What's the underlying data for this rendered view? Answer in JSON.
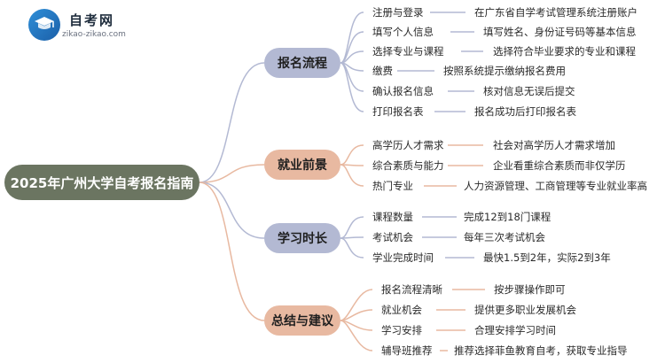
{
  "logo": {
    "name": "自考网",
    "domain": "zikao-zikao.com",
    "icon": "graduation-cap-icon"
  },
  "root": {
    "label": "2025年广州大学自考报名指南"
  },
  "branches": [
    {
      "label": "报名流程",
      "color": "#b3b9d3",
      "items": [
        {
          "label": "注册与登录",
          "detail": "在广东省自学考试管理系统注册账户"
        },
        {
          "label": "填写个人信息",
          "detail": "填写姓名、身份证号码等基本信息"
        },
        {
          "label": "选择专业与课程",
          "detail": "选择符合毕业要求的专业和课程"
        },
        {
          "label": "缴费",
          "detail": "按照系统提示缴纳报名费用"
        },
        {
          "label": "确认报名信息",
          "detail": "核对信息无误后提交"
        },
        {
          "label": "打印报名表",
          "detail": "报名成功后打印报名表"
        }
      ]
    },
    {
      "label": "就业前景",
      "color": "#e8b9a1",
      "items": [
        {
          "label": "高学历人才需求",
          "detail": "社会对高学历人才需求增加"
        },
        {
          "label": "综合素质与能力",
          "detail": "企业看重综合素质而非仅学历"
        },
        {
          "label": "热门专业",
          "detail": "人力资源管理、工商管理等专业就业率高"
        }
      ]
    },
    {
      "label": "学习时长",
      "color": "#b3b9d3",
      "items": [
        {
          "label": "课程数量",
          "detail": "完成12到18门课程"
        },
        {
          "label": "考试机会",
          "detail": "每年三次考试机会"
        },
        {
          "label": "学业完成时间",
          "detail": "最快1.5到2年，实际2到3年"
        }
      ]
    },
    {
      "label": "总结与建议",
      "color": "#e8b9a1",
      "items": [
        {
          "label": "报名流程清晰",
          "detail": "按步骤操作即可"
        },
        {
          "label": "就业机会",
          "detail": "提供更多职业发展机会"
        },
        {
          "label": "学习安排",
          "detail": "合理安排学习时间"
        },
        {
          "label": "辅导班推荐",
          "detail": "推荐选择菲鱼教育自考，获取专业指导"
        }
      ]
    }
  ],
  "colors": {
    "root": "#6b7561",
    "line_blue": "#b3b9d3",
    "line_peach": "#e8b9a1"
  }
}
